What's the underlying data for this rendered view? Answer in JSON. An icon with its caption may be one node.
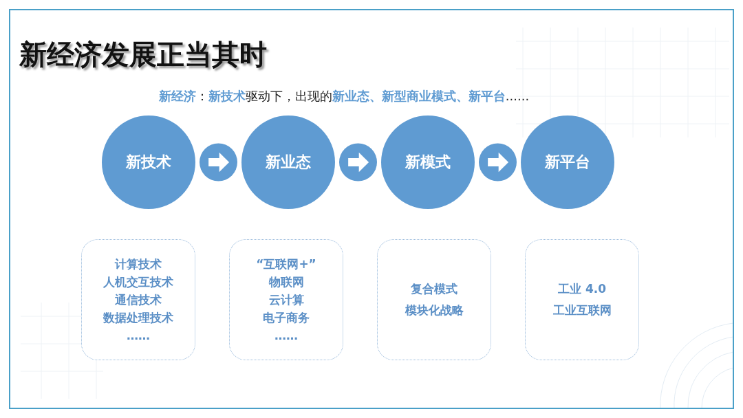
{
  "diagram": {
    "title": "新经济发展正当其时",
    "nodes": [
      {
        "text": [
          "新技术"
        ]
      },
      {
        "text": [
          "新业态"
        ]
      },
      {
        "text": [
          "新模式"
        ]
      },
      {
        "text": [
          "新平台"
        ]
      },
      {
        "text": [
          "计算技术",
          "人机交互技术",
          "通信技术",
          "数据处理技术",
          "……"
        ]
      },
      {
        "text": [
          "“互联网+”",
          "物联网",
          "云计算",
          "电子商务",
          "……"
        ]
      },
      {
        "text": [
          "复合模式",
          "模块化战略"
        ]
      },
      {
        "text": [
          "工业 4.0",
          "工业互联网"
        ]
      }
    ],
    "edges": [
      {
        "from": 0,
        "to": 1,
        "arrow": "to"
      },
      {
        "from": 1,
        "to": 2,
        "arrow": "to"
      },
      {
        "from": 2,
        "to": 3,
        "arrow": "to"
      }
    ],
    "labels": [
      "**新经济**：**新技术**驱动下，出现的**新业态、新型商业模式、新平台**......"
    ]
  }
}
